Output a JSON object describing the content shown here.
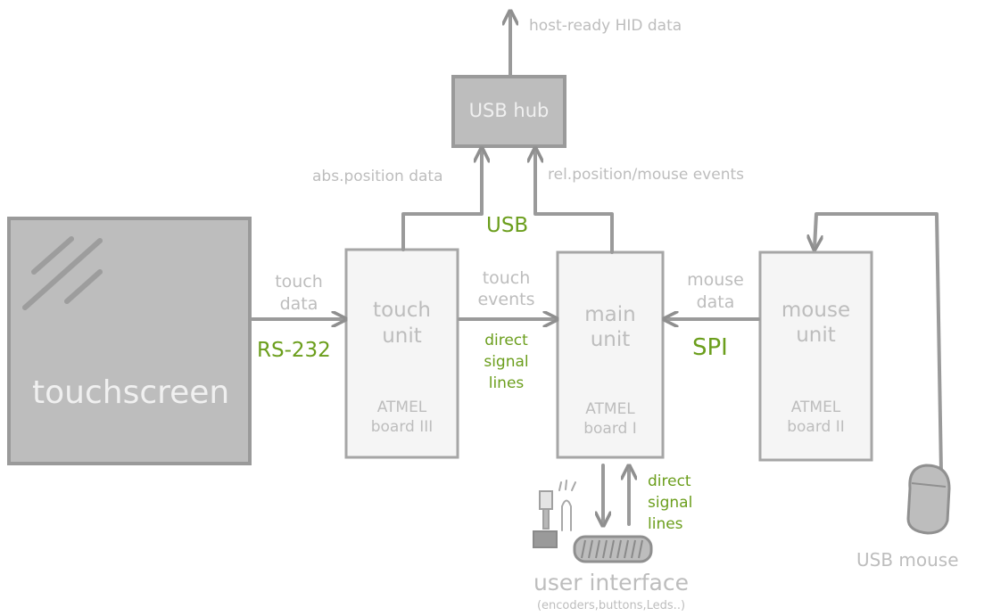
{
  "labels": {
    "host_ready": "host-ready HID data",
    "usb_hub": "USB hub",
    "abs_position": "abs.position data",
    "rel_position": "rel.position/mouse events",
    "usb": "USB",
    "touchscreen": "touchscreen",
    "touch_data_1": "touch",
    "touch_data_2": "data",
    "rs232": "RS-232",
    "touch_unit_1": "touch",
    "touch_unit_2": "unit",
    "touch_board_1": "ATMEL",
    "touch_board_2": "board III",
    "touch_events_1": "touch",
    "touch_events_2": "events",
    "direct_1": "direct",
    "direct_2": "signal",
    "direct_3": "lines",
    "main_unit_1": "main",
    "main_unit_2": "unit",
    "main_board_1": "ATMEL",
    "main_board_2": "board I",
    "mouse_data_1": "mouse",
    "mouse_data_2": "data",
    "spi": "SPI",
    "mouse_unit_1": "mouse",
    "mouse_unit_2": "unit",
    "mouse_board_1": "ATMEL",
    "mouse_board_2": "board II",
    "direct_b1": "direct",
    "direct_b2": "signal",
    "direct_b3": "lines",
    "usb_mouse": "USB mouse",
    "ui_title": "user interface",
    "ui_sub": "(encoders,buttons,Leds..)"
  },
  "colors": {
    "line": "#9a9a9a",
    "box_fill": "#bdbdbd",
    "unit_fill": "#f5f5f5",
    "label": "#bdbdbd",
    "accent": "#6b9e1c"
  }
}
